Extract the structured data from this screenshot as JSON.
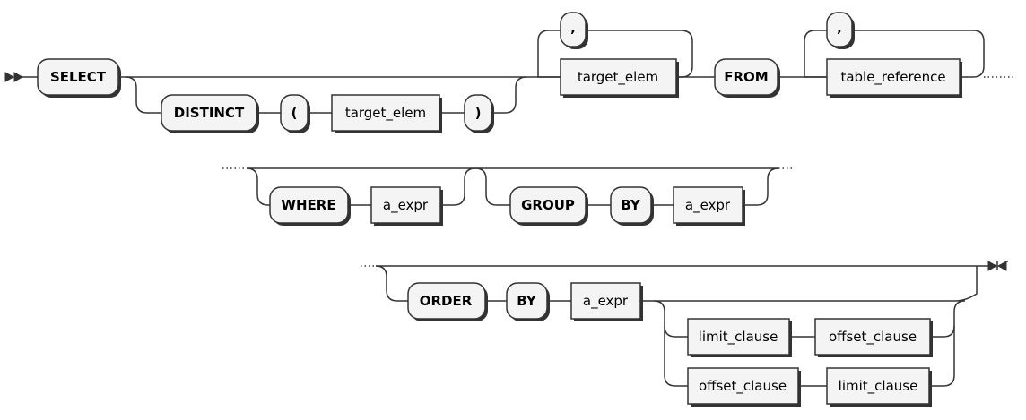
{
  "railroad": {
    "row1": {
      "select": "SELECT",
      "distinct": "DISTINCT",
      "open_paren": "(",
      "distinct_target": "target_elem",
      "close_paren": ")",
      "comma_targets": ",",
      "target_elem": "target_elem",
      "from": "FROM",
      "comma_tables": ",",
      "table_reference": "table_reference"
    },
    "row2": {
      "where": "WHERE",
      "where_expr": "a_expr",
      "group": "GROUP",
      "by": "BY",
      "group_expr": "a_expr"
    },
    "row3": {
      "order": "ORDER",
      "by": "BY",
      "order_expr": "a_expr",
      "limit_first": "limit_clause",
      "offset_second": "offset_clause",
      "offset_first": "offset_clause",
      "limit_second": "limit_clause"
    }
  }
}
